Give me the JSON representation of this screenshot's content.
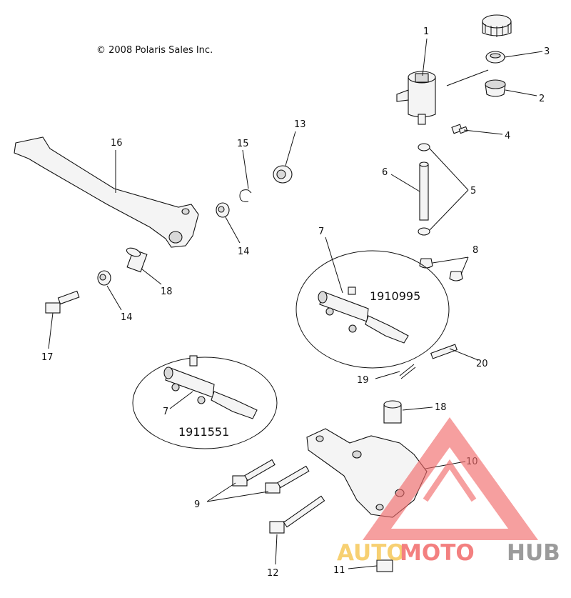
{
  "copyright": "© 2008 Polaris Sales Inc.",
  "kits": {
    "upper": "1910995",
    "lower": "1911551"
  },
  "callouts": {
    "c1": "1",
    "c2": "2",
    "c3": "3",
    "c4": "4",
    "c5": "5",
    "c6": "6",
    "c7a": "7",
    "c7b": "7",
    "c8": "8",
    "c9": "9",
    "c10": "10",
    "c11": "11",
    "c12": "12",
    "c13": "13",
    "c14a": "14",
    "c14b": "14",
    "c15": "15",
    "c16": "16",
    "c17": "17",
    "c18a": "18",
    "c18b": "18",
    "c19": "19",
    "c20": "20"
  },
  "watermark": {
    "part1": "AUTO",
    "part2": "MOTO",
    "part3": "HUB",
    "colors": {
      "triangle": "#f26a6a",
      "auto": "#f6c85a",
      "moto": "#f26a6a",
      "hub": "#8a8a8a"
    }
  }
}
